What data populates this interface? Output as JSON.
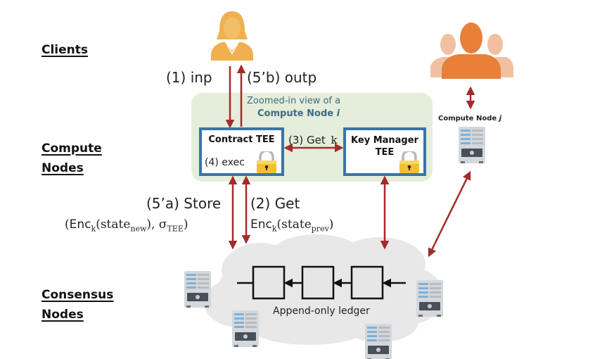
{
  "tiers": {
    "clients": "Clients",
    "compute_line1": "Compute",
    "compute_line2": "Nodes",
    "consensus_line1": "Consensus",
    "consensus_line2": "Nodes"
  },
  "client_flow": {
    "input_label": "(1) inp",
    "output_label": "(5’b) outp"
  },
  "compute_node_i": {
    "note_line1": "Zoomed-in view of a",
    "note_line2": "Compute Node ",
    "note_italic": "i",
    "contract_tee": {
      "title": "Contract TEE",
      "exec_label": "(4) exec"
    },
    "key_manager_tee": {
      "title_line1": "Key Manager",
      "title_line2": "TEE"
    },
    "get_key_label": "(3) Get",
    "key_symbol": "k"
  },
  "compute_node_j": {
    "label": "Compute Node ",
    "label_italic": "j"
  },
  "storage_flow": {
    "store_label": "(5’a) Store",
    "store_formula": {
      "open": "(",
      "enc": "Enc",
      "k": "k",
      "state": "(state",
      "sub_new": "new",
      "mid": "), σ",
      "sub_tee": "TEE",
      "close": ")"
    },
    "get_label": "(2) Get",
    "get_formula": {
      "enc": "Enc",
      "k": "k",
      "state": "(state",
      "sub_prev": "prev",
      "close": ")"
    }
  },
  "ledger": {
    "label": "Append-only ledger",
    "block_count": 3
  },
  "colors": {
    "arrow": "#a52a2a",
    "tee_border": "#3b73a8",
    "panel_bg": "#e4eedb",
    "note_text": "#3d6a86",
    "client_single": "#f0b050",
    "client_group_main": "#e8803a",
    "client_group_back": "#f2c0a0",
    "cloud": "#e8e8e8",
    "lock_body": "#f0c030"
  },
  "icons": [
    "client-user-icon",
    "client-group-icon",
    "server-icon",
    "lock-icon",
    "cloud-icon"
  ]
}
